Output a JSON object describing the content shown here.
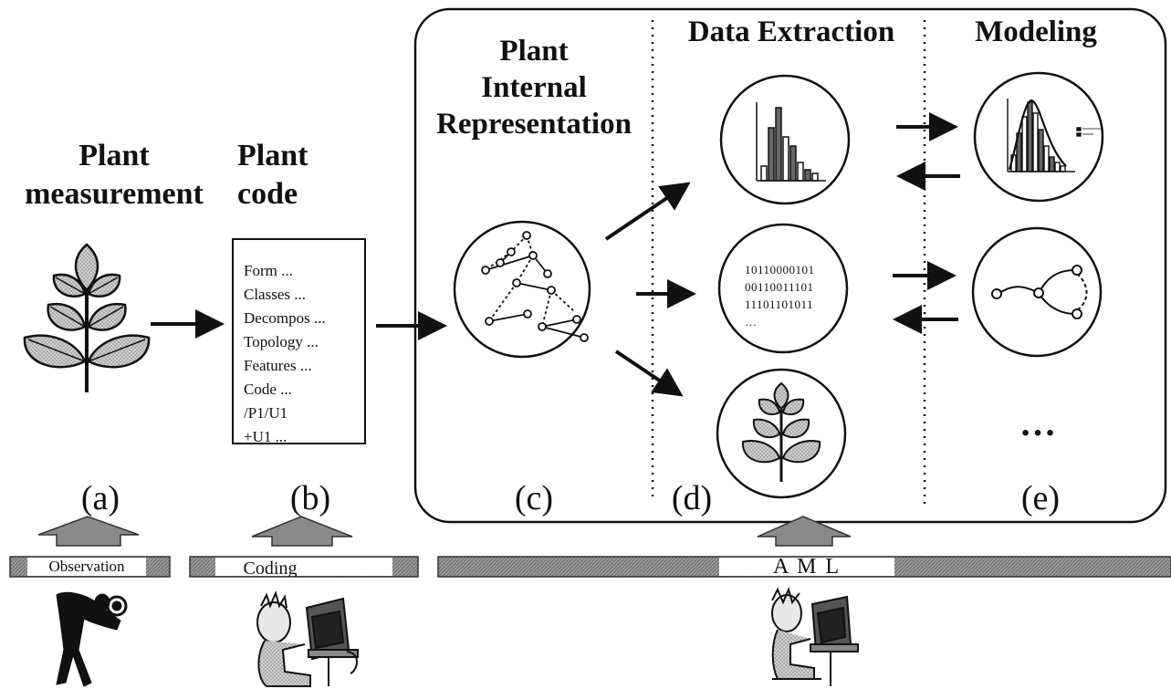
{
  "headings": {
    "plant_measurement": [
      "Plant",
      "measurement"
    ],
    "plant_code": [
      "Plant",
      "code"
    ],
    "internal_representation": [
      "Plant",
      "Internal",
      "Representation"
    ],
    "data_extraction": "Data Extraction",
    "modeling": "Modeling"
  },
  "stages": {
    "a": "(a)",
    "b": "(b)",
    "c": "(c)",
    "d": "(d)",
    "e": "(e)"
  },
  "code_file": {
    "lines": [
      "Form ...",
      "Classes ...",
      "Decompos ...",
      "Topology ...",
      "Features ...",
      "Code ...",
      "/P1/U1",
      "    +U1 ..."
    ]
  },
  "binary_sequence": [
    "10110000101",
    "00110011101",
    "11101101011",
    "…"
  ],
  "modeling_more": "…",
  "bars": {
    "observation": "Observation",
    "coding": "Coding",
    "aml": "A M L"
  },
  "icons": {
    "observer": "person-with-magnifier-icon",
    "coder": "person-at-computer-icon",
    "aml_user": "person-at-computer-icon"
  }
}
